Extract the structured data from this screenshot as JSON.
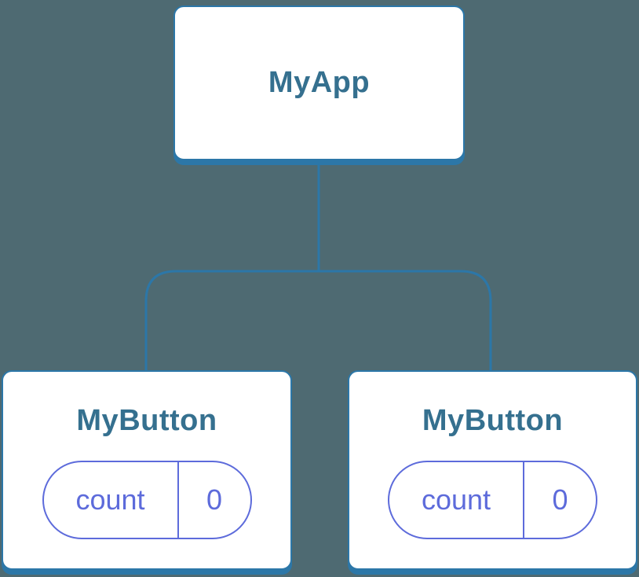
{
  "diagram": {
    "type": "component-tree",
    "root": {
      "label": "MyApp"
    },
    "children": [
      {
        "label": "MyButton",
        "state": {
          "key": "count",
          "value": "0"
        }
      },
      {
        "label": "MyButton",
        "state": {
          "key": "count",
          "value": "0"
        }
      }
    ],
    "colors": {
      "background": "#4E6A72",
      "node_fill": "#FFFFFF",
      "node_border": "#2C77A8",
      "connector": "#2C77A8",
      "node_label_text": "#35708F",
      "state_pill": "#5D6BDB"
    }
  }
}
